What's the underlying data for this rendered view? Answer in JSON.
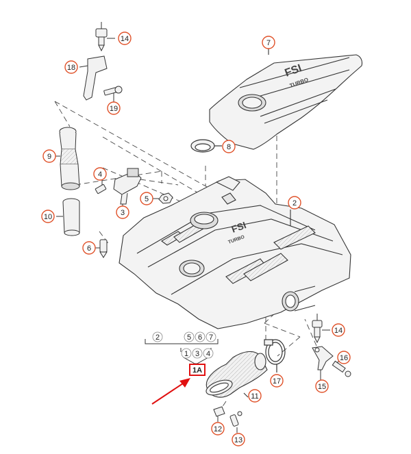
{
  "diagram": {
    "callouts": {
      "c1": "1",
      "c2a": "2",
      "c2b": "2",
      "c3a": "3",
      "c3b": "3",
      "c4a": "4",
      "c4b": "4",
      "c5a": "5",
      "c5b": "5",
      "c6a": "6",
      "c6b": "6",
      "c7a": "7",
      "c7b": "7",
      "c8": "8",
      "c9": "9",
      "c10": "10",
      "c11": "11",
      "c12": "12",
      "c13": "13",
      "c14a": "14",
      "c14b": "14",
      "c15": "15",
      "c16": "16",
      "c17": "17",
      "c18": "18",
      "c19": "19"
    },
    "highlight_label": "1A",
    "brand_text_main": "FSI",
    "brand_text_sub": "TURBO",
    "colors": {
      "line": "#333333",
      "callout_ring": "#e0522a",
      "highlight": "#e01010",
      "part_fill": "#f2f2f2",
      "part_shade": "#d8d8d8"
    }
  }
}
